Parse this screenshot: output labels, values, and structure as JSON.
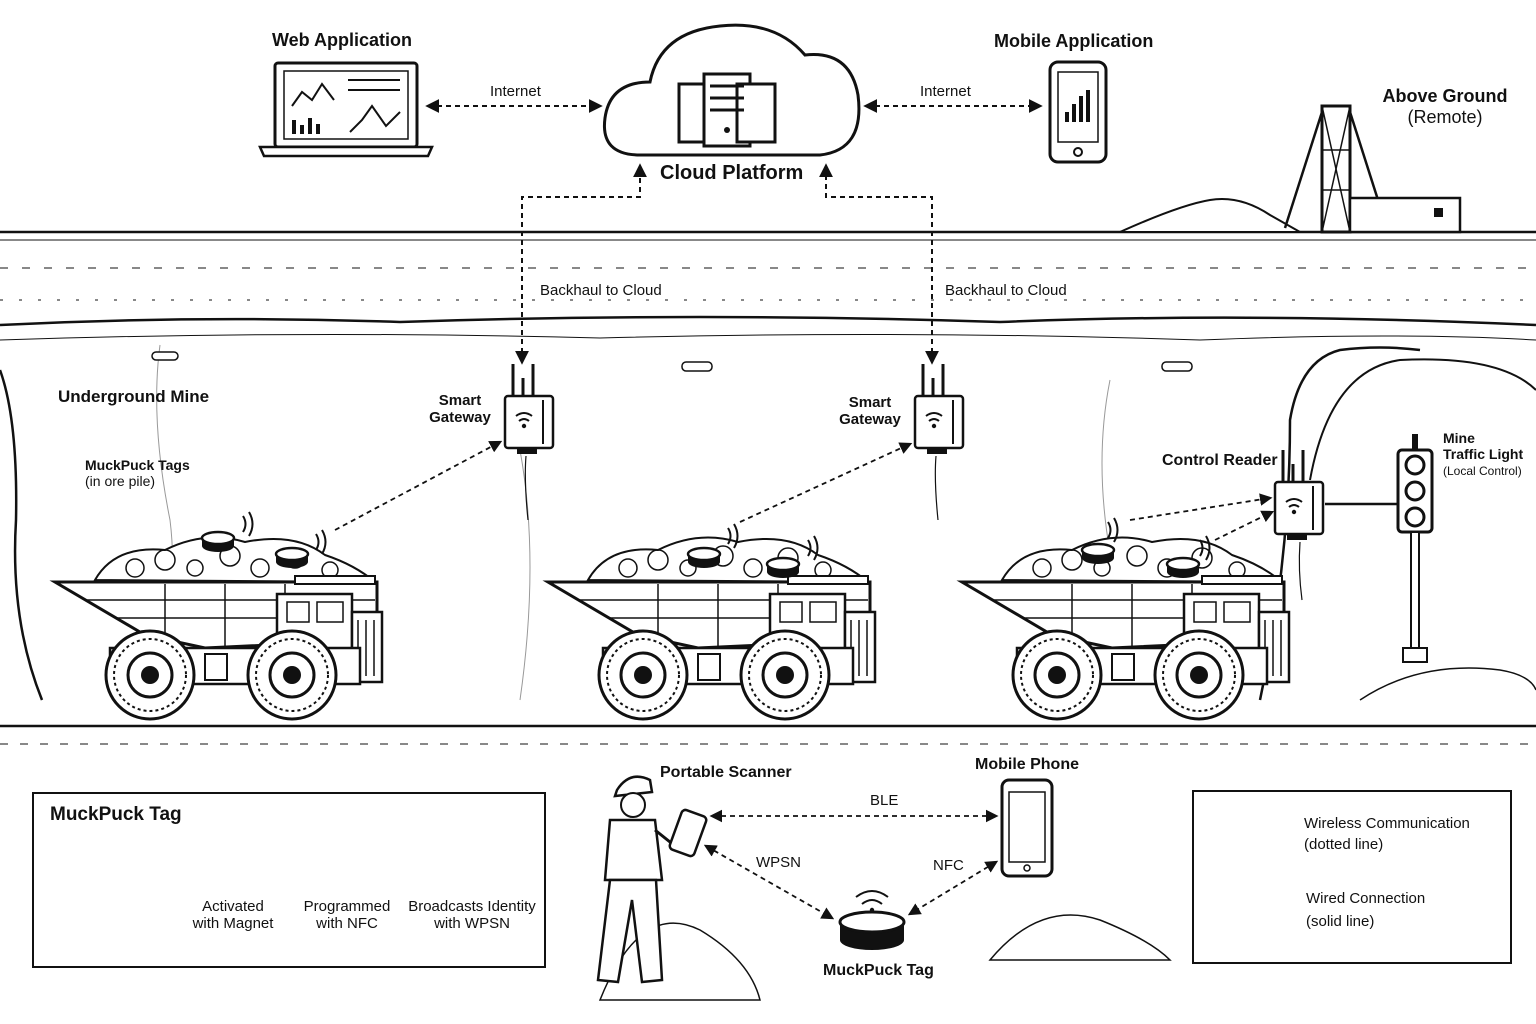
{
  "top": {
    "web_application": "Web Application",
    "mobile_application": "Mobile Application",
    "internet_left": "Internet",
    "internet_right": "Internet",
    "cloud_platform": "Cloud Platform",
    "above_ground_line1": "Above Ground",
    "above_ground_line2": "(Remote)"
  },
  "backhaul": {
    "left": "Backhaul to Cloud",
    "right": "Backhaul to Cloud"
  },
  "mine": {
    "underground_mine": "Underground Mine",
    "gateway_left_line1": "Smart",
    "gateway_left_line2": "Gateway",
    "gateway_right_line1": "Smart",
    "gateway_right_line2": "Gateway",
    "tags_line1": "MuckPuck Tags",
    "tags_line2": "(in ore pile)",
    "control_reader": "Control Reader",
    "traffic_line1": "Mine",
    "traffic_line2": "Traffic Light",
    "traffic_line3": "(Local Control)"
  },
  "legend_tag": {
    "title": "MuckPuck Tag",
    "magnet_line1": "Activated",
    "magnet_line2": "with Magnet",
    "nfc_line1": "Programmed",
    "nfc_line2": "with NFC",
    "wpsn_line1": "Broadcasts Identity",
    "wpsn_line2": "with WPSN"
  },
  "bottom": {
    "portable_scanner": "Portable Scanner",
    "mobile_phone": "Mobile Phone",
    "ble": "BLE",
    "wpsn": "WPSN",
    "nfc": "NFC",
    "muckpuck_tag": "MuckPuck Tag"
  },
  "legend_lines": {
    "wireless_line1": "Wireless Communication",
    "wireless_line2": "(dotted line)",
    "wired_line1": "Wired Connection",
    "wired_line2": "(solid line)"
  }
}
